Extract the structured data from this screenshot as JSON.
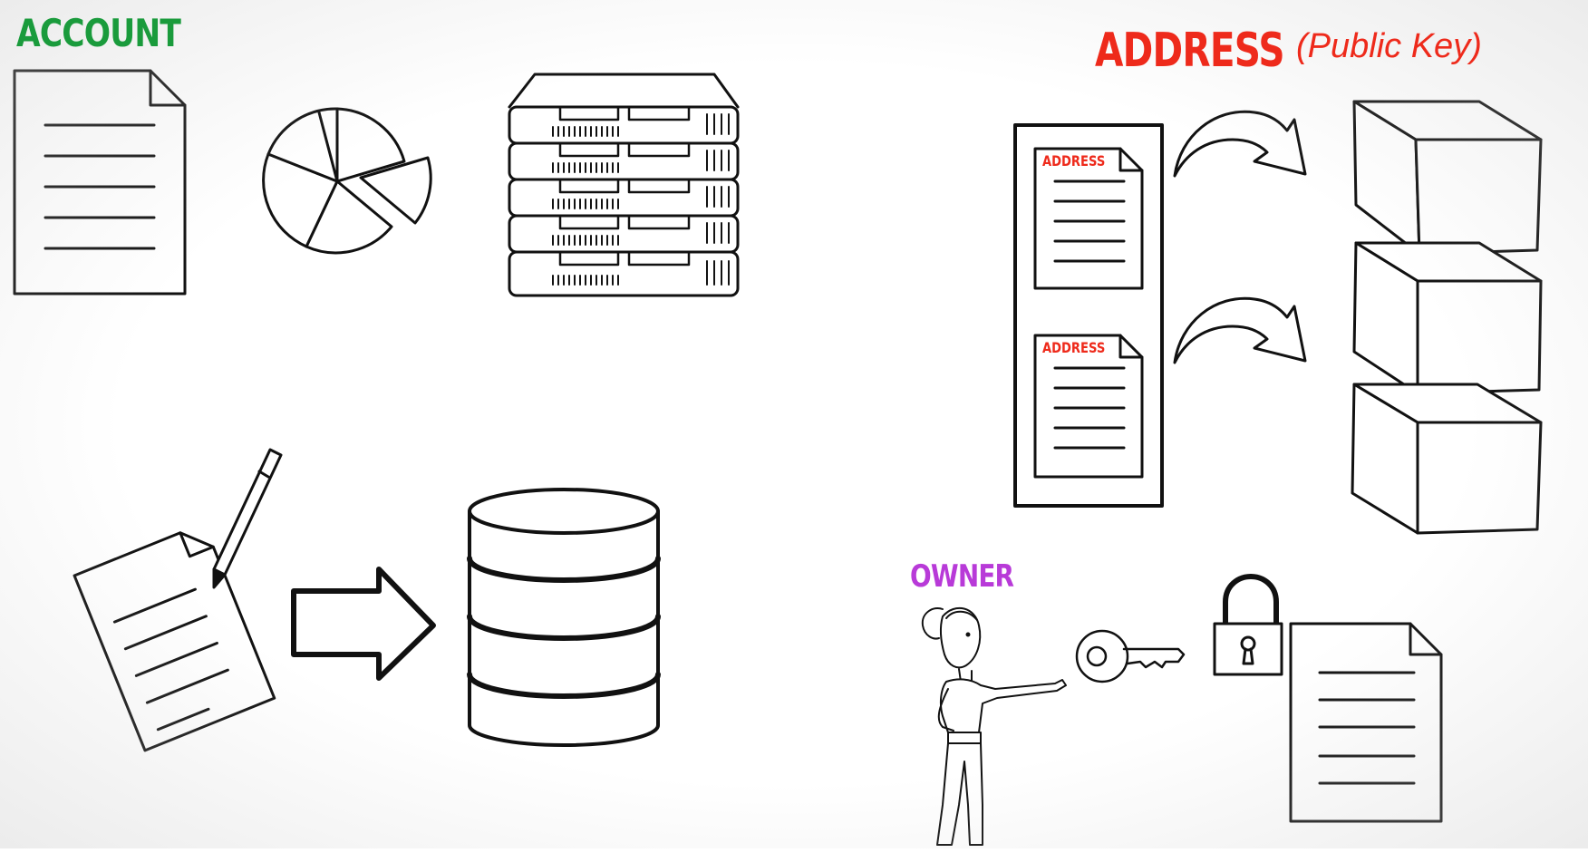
{
  "labels": {
    "account": "ACCOUNT",
    "address": "ADDRESS",
    "public_key": "(Public Key)",
    "owner": "OWNER",
    "doc_address_1": "ADDRESS",
    "doc_address_2": "ADDRESS"
  },
  "colors": {
    "account": "#1a9b3c",
    "address": "#ee2a1b",
    "owner": "#b83ad8",
    "ink": "#111111"
  },
  "icons": [
    "document-icon",
    "pie-chart-icon",
    "server-rack-icon",
    "signing-document-icon",
    "pen-icon",
    "right-arrow-icon",
    "database-icon",
    "address-document-icon",
    "curved-arrow-icon",
    "block-icon",
    "woman-figure-icon",
    "key-icon",
    "padlock-icon"
  ]
}
